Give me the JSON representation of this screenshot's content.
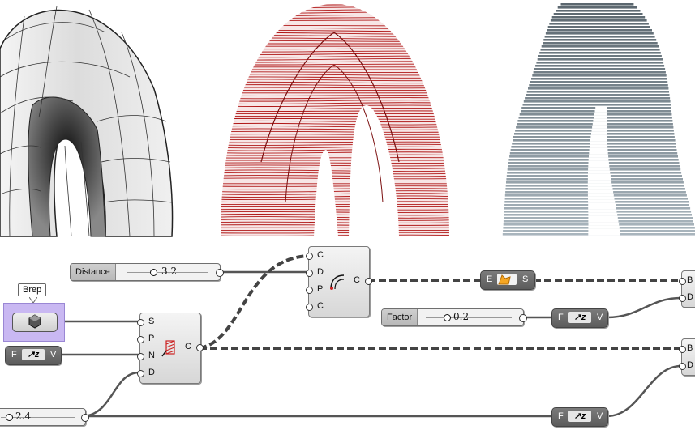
{
  "renders": {
    "left": "surface-render-icon",
    "middle": "contour-curves-icon",
    "right": "sliced-layers-icon"
  },
  "colors": {
    "wire": "#555555",
    "curve": "#b01818",
    "slab": "#6f7f88",
    "component": "#d8d8d8"
  },
  "sliders": {
    "distance": {
      "label": "Distance",
      "value": "3.2"
    },
    "factor": {
      "label": "Factor",
      "value": "0.2"
    },
    "bottom": {
      "value": "2.4"
    }
  },
  "brep": {
    "tooltip": "Brep"
  },
  "contour": {
    "inputs": [
      "S",
      "P",
      "N",
      "D"
    ],
    "output": "C"
  },
  "offset": {
    "inputs": [
      "C",
      "D",
      "P",
      "C"
    ],
    "output": "C"
  },
  "extrude": {
    "input": "E",
    "output": "S"
  },
  "vectors": [
    {
      "input": "F",
      "output": "V"
    },
    {
      "input": "F",
      "output": "V"
    },
    {
      "input": "F",
      "output": "V"
    }
  ],
  "right_comps": [
    {
      "inputs": [
        "B",
        "D"
      ]
    },
    {
      "inputs": [
        "B",
        "D"
      ]
    }
  ]
}
